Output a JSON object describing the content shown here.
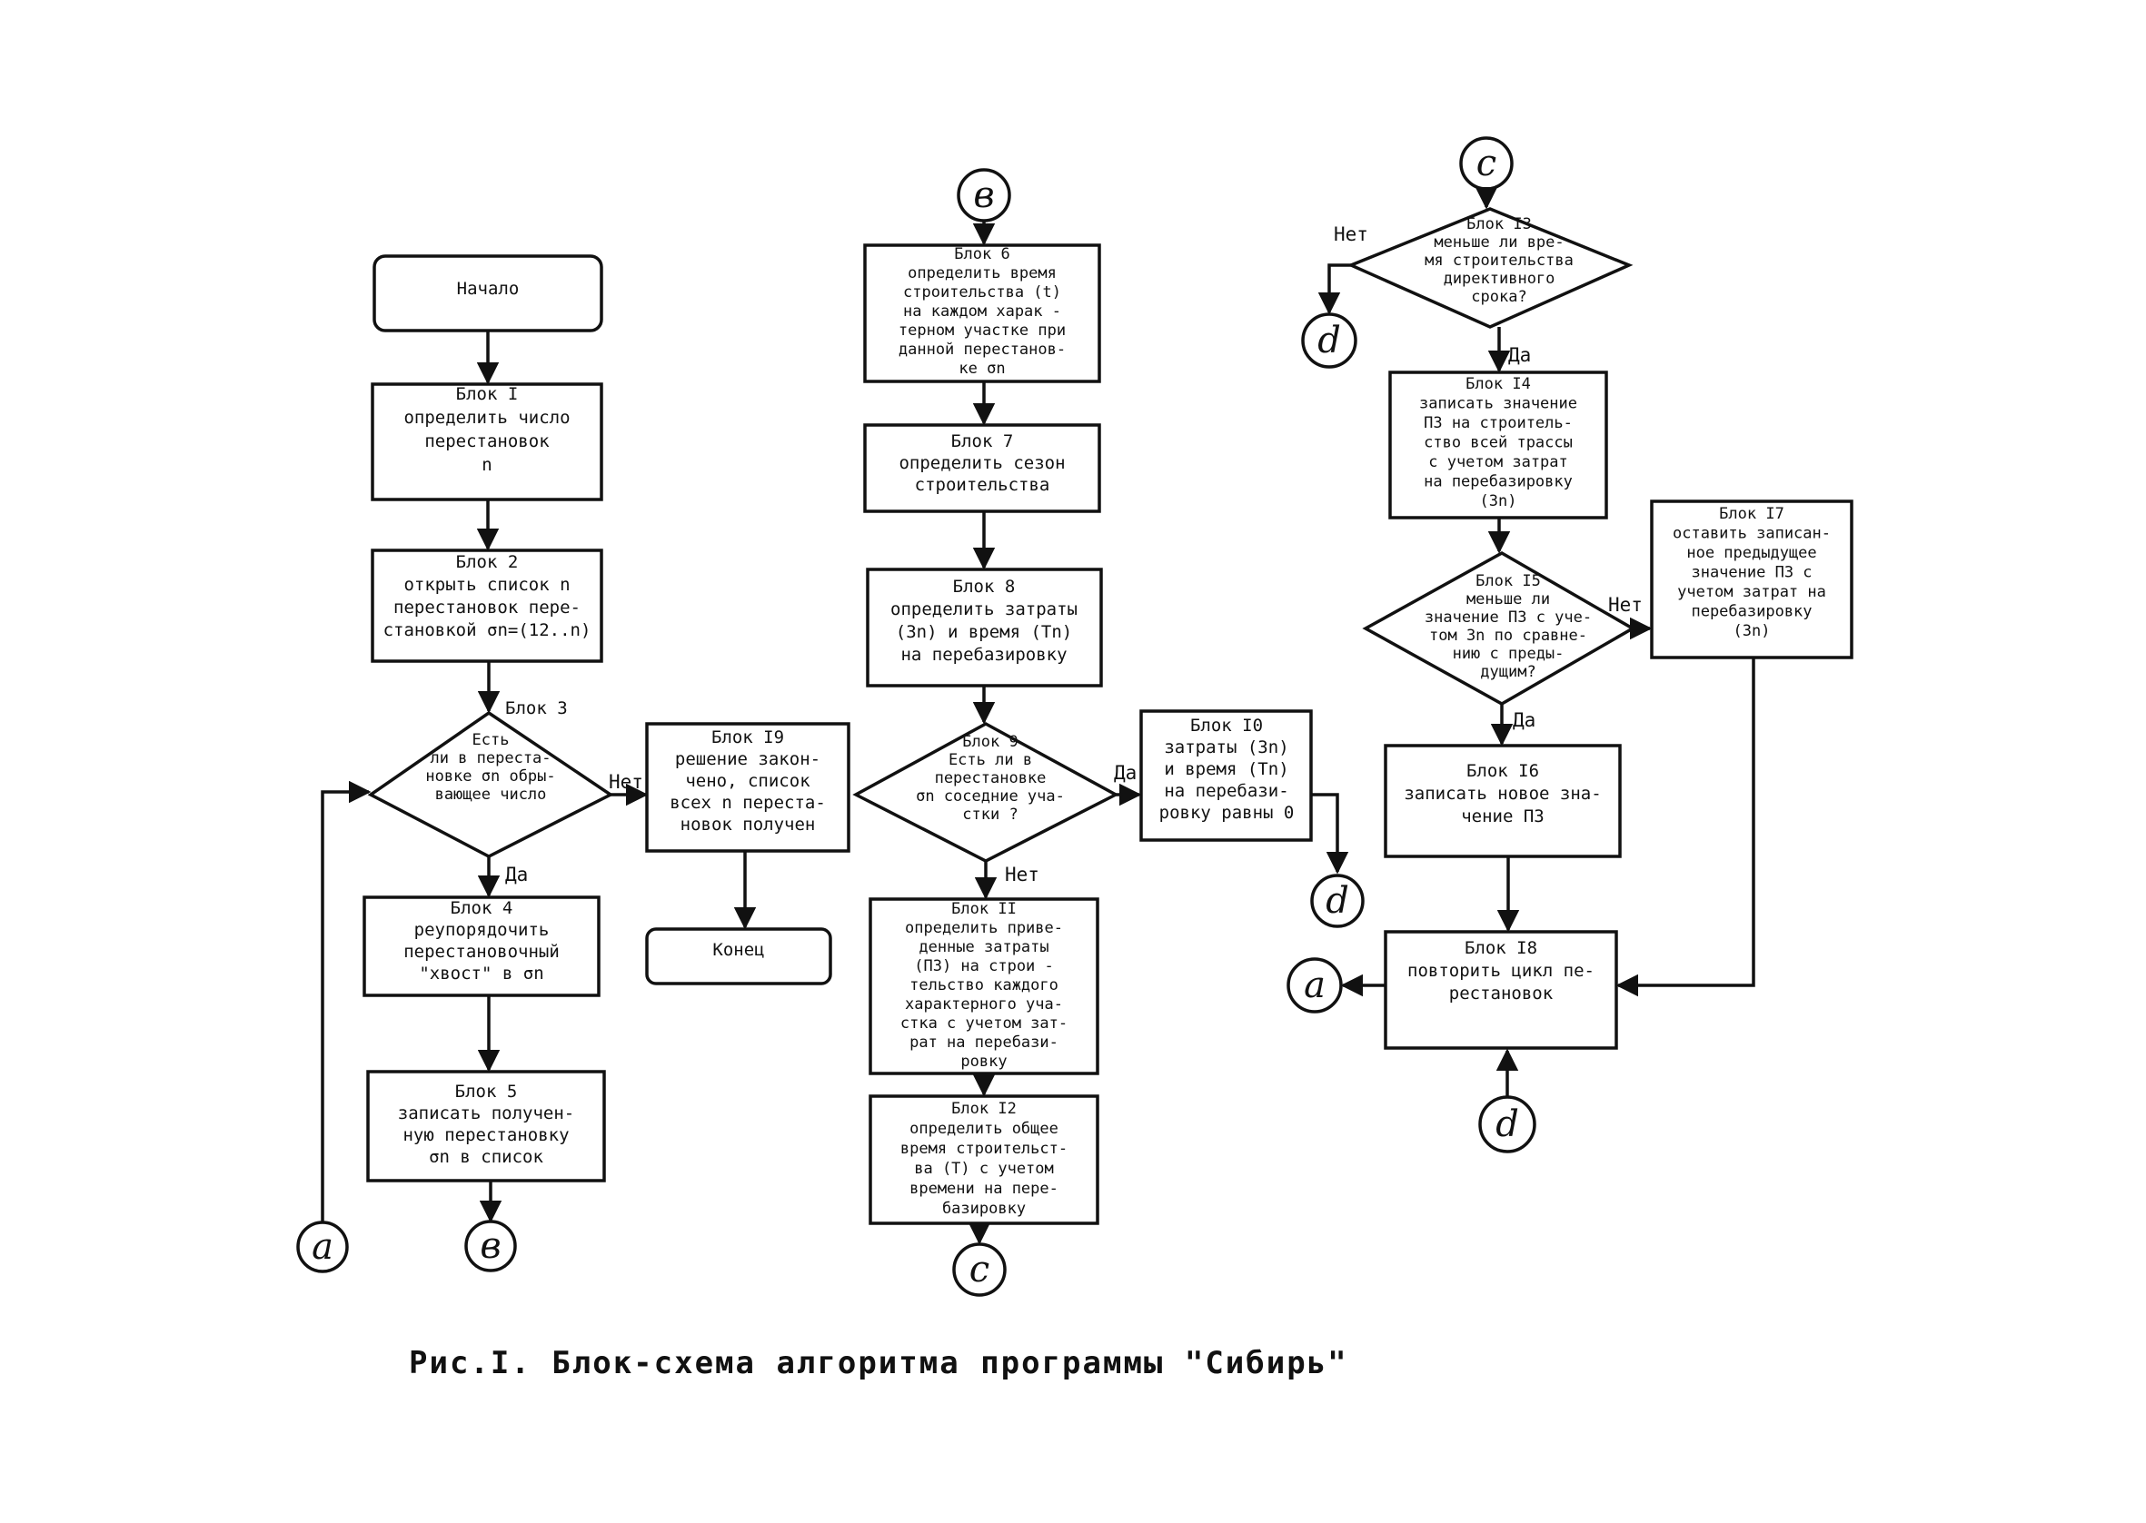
{
  "blocks": {
    "start": {
      "lines": [
        "Начало"
      ]
    },
    "b1": {
      "lines": [
        "Блок I",
        "определить число",
        "перестановок",
        "n"
      ]
    },
    "b2": {
      "lines": [
        "Блок 2",
        "открыть список n",
        "перестановок пере-",
        "становкой σn=(12..n)"
      ]
    },
    "b3": {
      "label": "Блок 3",
      "lines": [
        "Есть",
        "ли в переста-",
        "новке σn обры-",
        "вающее число"
      ]
    },
    "b4": {
      "lines": [
        "Блок 4",
        "реупорядочить",
        "перестановочный",
        "\"хвост\" в σn"
      ]
    },
    "b5": {
      "lines": [
        "Блок 5",
        "записать получен-",
        "ную перестановку",
        "σn в список"
      ]
    },
    "b19": {
      "lines": [
        "Блок I9",
        "решение закон-",
        "чено, список",
        "всех n переста-",
        "новок получен"
      ]
    },
    "end": {
      "lines": [
        "Конец"
      ]
    },
    "b6": {
      "lines": [
        "Блок 6",
        "определить время",
        "строительства (t)",
        "на каждом харак -",
        "терном участке при",
        "данной перестанов-",
        "ке σn"
      ]
    },
    "b7": {
      "lines": [
        "Блок 7",
        "определить сезон",
        "строительства"
      ]
    },
    "b8": {
      "lines": [
        "Блок 8",
        "определить затраты",
        "(Зn) и время (Tn)",
        "на перебазировку"
      ]
    },
    "b9": {
      "lines": [
        "Блок 9",
        "Есть ли в",
        "перестановке",
        "σn соседние уча-",
        "стки ?"
      ]
    },
    "b10": {
      "lines": [
        "Блок I0",
        "затраты (Зn)",
        "и время (Tn)",
        "на перебази-",
        "ровку равны 0"
      ]
    },
    "b11": {
      "lines": [
        "Блок II",
        "определить приве-",
        "денные затраты",
        "(ПЗ) на строи -",
        "тельство каждого",
        "характерного уча-",
        "стка с учетом зат-",
        "рат на перебази-",
        "ровку"
      ]
    },
    "b12": {
      "lines": [
        "Блок I2",
        "определить общее",
        "время строительст-",
        "ва (T) с учетом",
        "времени на пере-",
        "базировку"
      ]
    },
    "b13": {
      "lines": [
        "Блок I3",
        "меньше ли вре-",
        "мя строительства",
        "директивного",
        "срока?"
      ]
    },
    "b14": {
      "lines": [
        "Блок I4",
        "записать значение",
        "ПЗ на строитель-",
        "ство всей трассы",
        "с учетом затрат",
        "на перебазировку",
        "(Зn)"
      ]
    },
    "b15": {
      "lines": [
        "Блок I5",
        "меньше ли",
        "значение ПЗ с уче-",
        "том Зn по сравне-",
        "нию с преды-",
        "дущим?"
      ]
    },
    "b16": {
      "lines": [
        "Блок I6",
        "записать новое зна-",
        "чение ПЗ"
      ]
    },
    "b17": {
      "lines": [
        "Блок I7",
        "оставить записан-",
        "ное предыдущее",
        "значение ПЗ с",
        "учетом затрат на",
        "перебазировку",
        "(Зn)"
      ]
    },
    "b18": {
      "lines": [
        "Блок I8",
        "повторить цикл пе-",
        "рестановок"
      ]
    }
  },
  "connectors": {
    "a": "a",
    "b": "в",
    "c": "c",
    "d": "d"
  },
  "edge_labels": {
    "yes": "Да",
    "no": "Нет"
  },
  "caption": "Рис.I. Блок-схема алгоритма программы \"Сибирь\""
}
